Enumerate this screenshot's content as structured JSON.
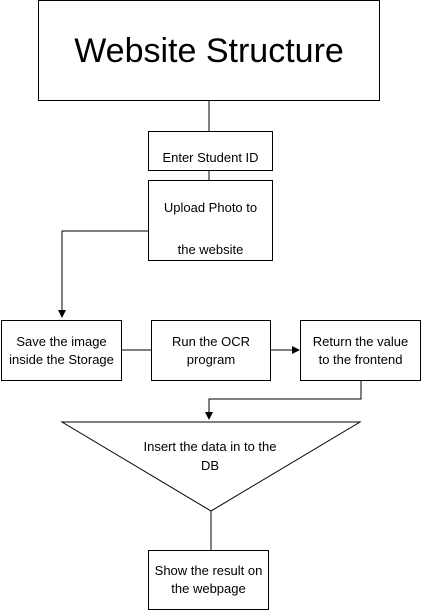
{
  "diagram": {
    "title": "Website Structure",
    "nodes": {
      "enter_student_id": "Enter Student ID",
      "upload_photo": {
        "line1": "Upload Photo to",
        "line2": "the website"
      },
      "save_image": {
        "line1": "Save the image",
        "line2": "inside the Storage"
      },
      "run_ocr": {
        "line1": "Run the OCR",
        "line2": "program"
      },
      "return_value": {
        "line1": "Return the value",
        "line2": "to the frontend"
      },
      "insert_data": {
        "line1": "Insert the data in to the",
        "line2": "DB"
      },
      "show_result": {
        "line1": "Show the result on",
        "line2": "the webpage"
      }
    }
  }
}
